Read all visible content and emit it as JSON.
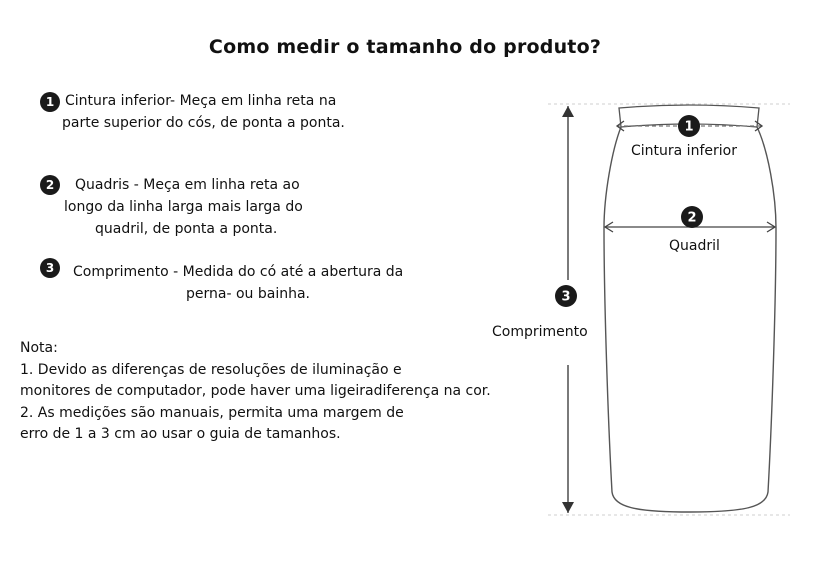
{
  "title": "Como medir o tamanho do produto?",
  "instructions": [
    {
      "number": "1",
      "lines": [
        "Cintura inferior- Meça em linha reta na",
        "parte superior do cós, de ponta a ponta."
      ]
    },
    {
      "number": "2",
      "lines": [
        "Quadris - Meça em linha reta ao",
        "longo da linha larga mais larga do",
        "quadril, de ponta a ponta."
      ]
    },
    {
      "number": "3",
      "lines": [
        "Comprimento - Medida do có até a abertura da",
        "perna- ou bainha."
      ]
    }
  ],
  "note": {
    "heading": "Nota:",
    "lines": [
      "1. Devido as diferenças de resoluções de iluminação e",
      "monitores de computador, pode haver uma ligeiradiferença na cor.",
      "2. As medições são manuais, permita uma margem de",
      "erro de 1 a 3 cm ao usar o guia de tamanhos."
    ]
  },
  "diagram": {
    "markers": [
      "1",
      "2",
      "3"
    ],
    "labels": {
      "waist": "Cintura inferior",
      "hip": "Quadril",
      "length": "Comprimento"
    }
  },
  "colors": {
    "ink": "#1a1a1a",
    "outline": "#555555",
    "dashed": "#777777",
    "background": "#ffffff"
  }
}
